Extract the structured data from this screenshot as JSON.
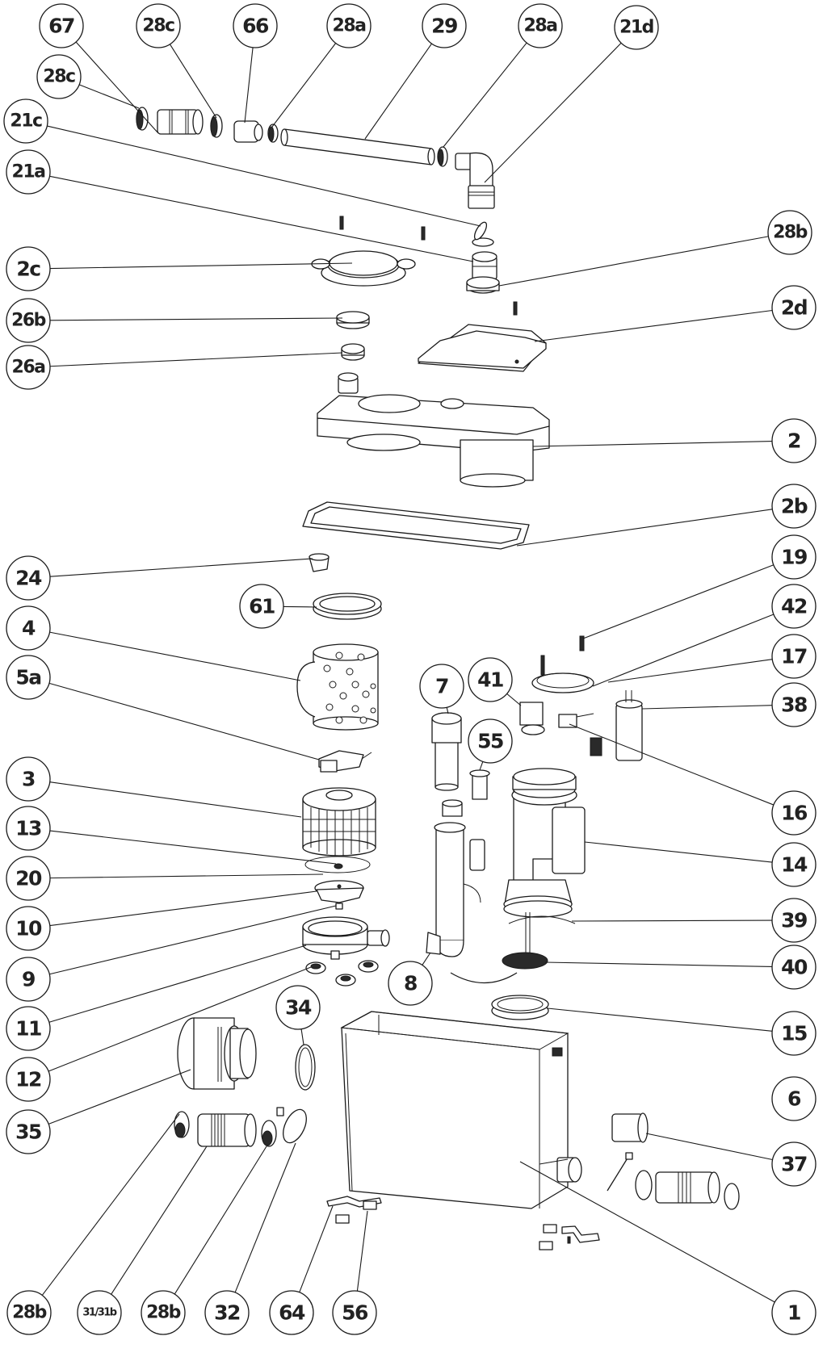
{
  "diagram": {
    "title": "Exploded parts diagram",
    "line_color": "#1a1a1a",
    "background": "#ffffff"
  },
  "callouts": [
    {
      "id": "c67",
      "label": "67"
    },
    {
      "id": "c28c_top",
      "label": "28c"
    },
    {
      "id": "c66",
      "label": "66"
    },
    {
      "id": "c28a_1",
      "label": "28a"
    },
    {
      "id": "c29",
      "label": "29"
    },
    {
      "id": "c28a_2",
      "label": "28a"
    },
    {
      "id": "c21d",
      "label": "21d"
    },
    {
      "id": "c28c_left",
      "label": "28c"
    },
    {
      "id": "c21c",
      "label": "21c"
    },
    {
      "id": "c21a",
      "label": "21a"
    },
    {
      "id": "c2c",
      "label": "2c"
    },
    {
      "id": "c26b",
      "label": "26b"
    },
    {
      "id": "c26a",
      "label": "26a"
    },
    {
      "id": "c24",
      "label": "24"
    },
    {
      "id": "c61",
      "label": "61"
    },
    {
      "id": "c4",
      "label": "4"
    },
    {
      "id": "c5a",
      "label": "5a"
    },
    {
      "id": "c3",
      "label": "3"
    },
    {
      "id": "c13",
      "label": "13"
    },
    {
      "id": "c20",
      "label": "20"
    },
    {
      "id": "c10",
      "label": "10"
    },
    {
      "id": "c9",
      "label": "9"
    },
    {
      "id": "c11",
      "label": "11"
    },
    {
      "id": "c12",
      "label": "12"
    },
    {
      "id": "c35",
      "label": "35"
    },
    {
      "id": "c28b_right",
      "label": "28b"
    },
    {
      "id": "c2d",
      "label": "2d"
    },
    {
      "id": "c2",
      "label": "2"
    },
    {
      "id": "c2b",
      "label": "2b"
    },
    {
      "id": "c19",
      "label": "19"
    },
    {
      "id": "c42",
      "label": "42"
    },
    {
      "id": "c17",
      "label": "17"
    },
    {
      "id": "c38",
      "label": "38"
    },
    {
      "id": "c16",
      "label": "16"
    },
    {
      "id": "c14",
      "label": "14"
    },
    {
      "id": "c39",
      "label": "39"
    },
    {
      "id": "c40",
      "label": "40"
    },
    {
      "id": "c15",
      "label": "15"
    },
    {
      "id": "c6",
      "label": "6"
    },
    {
      "id": "c37",
      "label": "37"
    },
    {
      "id": "c1",
      "label": "1"
    },
    {
      "id": "c7",
      "label": "7"
    },
    {
      "id": "c41",
      "label": "41"
    },
    {
      "id": "c55",
      "label": "55"
    },
    {
      "id": "c8",
      "label": "8"
    },
    {
      "id": "c34",
      "label": "34"
    },
    {
      "id": "c28b_b1",
      "label": "28b"
    },
    {
      "id": "c31",
      "label": "31/31b"
    },
    {
      "id": "c28b_b2",
      "label": "28b"
    },
    {
      "id": "c32",
      "label": "32"
    },
    {
      "id": "c64",
      "label": "64"
    },
    {
      "id": "c56",
      "label": "56"
    }
  ]
}
